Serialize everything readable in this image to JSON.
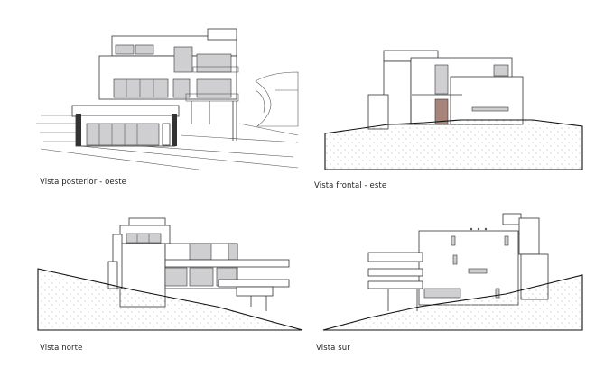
{
  "sheet": {
    "views": [
      {
        "id": "posterior",
        "caption": "Vista posterior - oeste"
      },
      {
        "id": "frontal",
        "caption": "Vista frontal - este"
      },
      {
        "id": "norte",
        "caption": "Vista  norte"
      },
      {
        "id": "sur",
        "caption": "Vista  sur"
      }
    ]
  },
  "colors": {
    "line": "#333333",
    "glass": "#cfcfd1",
    "door": "#a7857b",
    "ground_dots": "#9a9a9a"
  }
}
